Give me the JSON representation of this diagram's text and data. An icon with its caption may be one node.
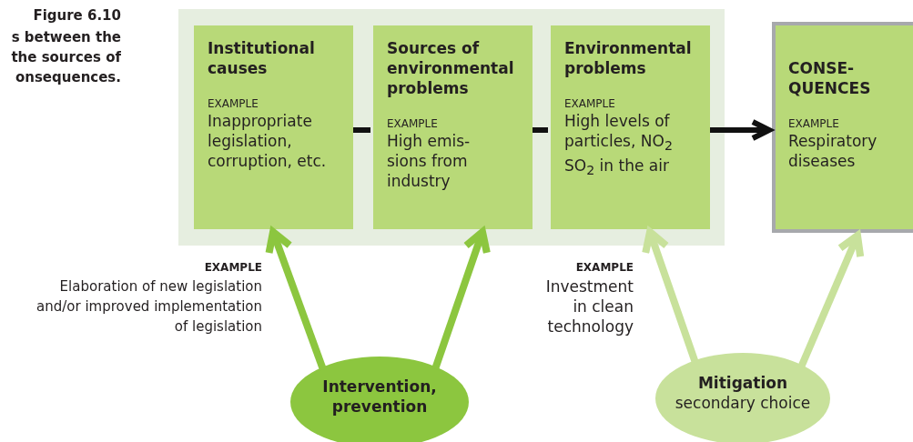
{
  "diagram": {
    "title": "Figure 6.10",
    "caption": "s between the the sources of onsequences.",
    "nodes": [
      {
        "text": [],
        "shape": "box"
      },
      {
        "text": [
          "Institutional causes",
          "EXAMPLE",
          "Inappropriate legislation, corruption, etc."
        ],
        "in": 0
      },
      {
        "text": [
          "Sources of environmental problems",
          "EXAMPLE",
          "High emis- sions from industry"
        ],
        "in": 0
      },
      {
        "text": [
          "Environmental problems",
          "EXAMPLE",
          "High levels of particles, NO$_{2}$ SO$_{2}$ in the air"
        ],
        "in": 0
      },
      {
        "text": [
          "CONSE- QUENCES",
          "EXAMPLE",
          "Respiratory diseases"
        ]
      },
      {
        "text": [
          "Intervention, prevention"
        ]
      },
      {
        "text": [
          "Mitigation",
          "secondary choice"
        ]
      }
    ],
    "edges": [
      {
        "from": 1,
        "to": 2,
        "arrow": "none"
      },
      {
        "from": 2,
        "to": 3,
        "arrow": "none"
      },
      {
        "from": 3,
        "to": 4,
        "arrow": "to"
      },
      {
        "from": 5,
        "to": 1,
        "arrow": "to",
        "color": "#8cc63f"
      },
      {
        "from": 5,
        "to": 2,
        "arrow": "to",
        "color": "#8cc63f"
      },
      {
        "from": 6,
        "to": 3,
        "arrow": "to",
        "color": "#c8e19b"
      },
      {
        "from": 6,
        "to": 4,
        "arrow": "to",
        "color": "#c8e19b"
      }
    ],
    "labels": [
      "EXAMPLE",
      "Elaboration of new legislation and/or improved implementation of legislation",
      "EXAMPLE",
      "Investment in clean technology"
    ]
  }
}
